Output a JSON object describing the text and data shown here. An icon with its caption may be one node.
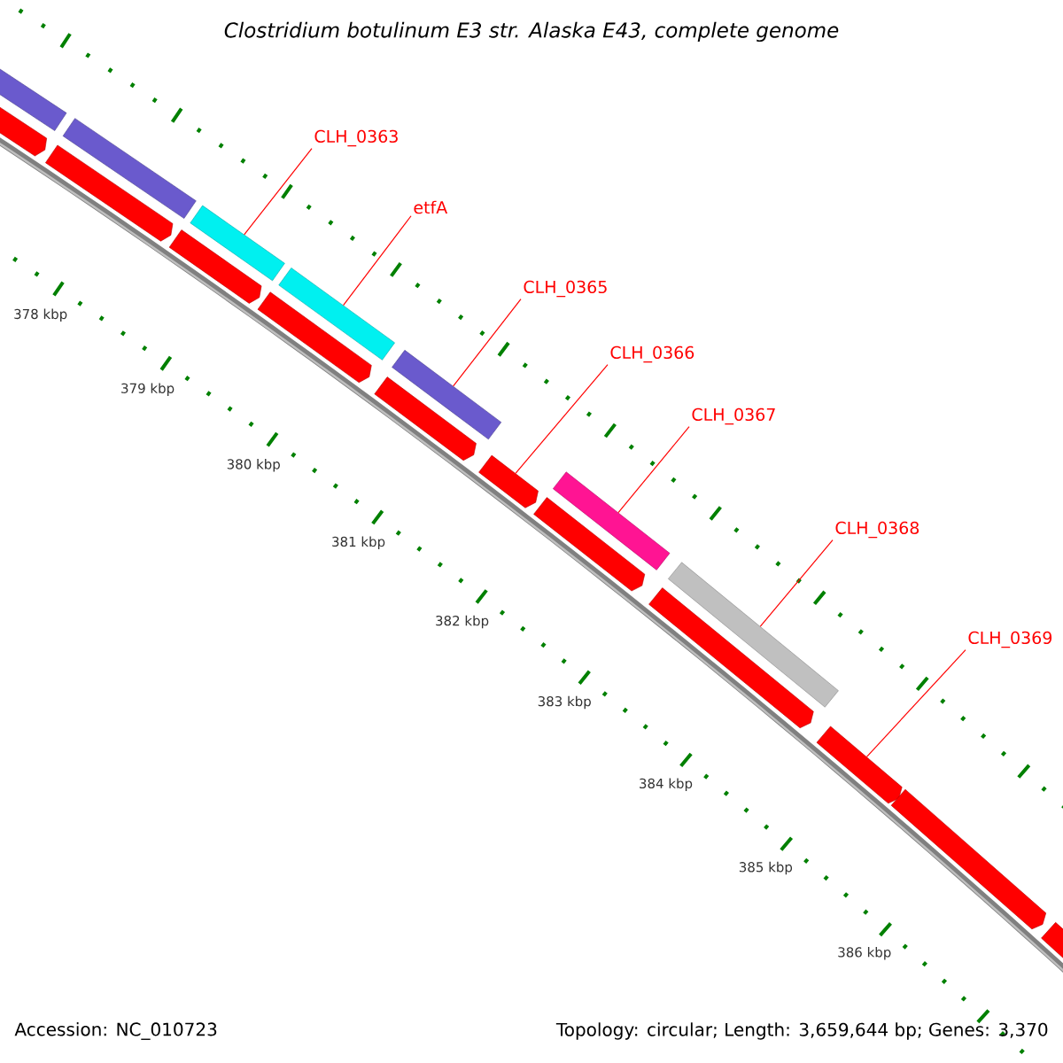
{
  "diagram": {
    "title": "Clostridium botulinum E3 str. Alaska E43, complete genome",
    "nodes": [
      {
        "text": [
          "CLH_0363"
        ]
      },
      {
        "text": [
          "etfA"
        ]
      },
      {
        "text": [
          "CLH_0365"
        ]
      },
      {
        "text": [
          "CLH_0366"
        ]
      },
      {
        "text": [
          "CLH_0367"
        ]
      },
      {
        "text": [
          "CLH_0368"
        ]
      },
      {
        "text": [
          "CLH_0369"
        ]
      },
      {
        "text": [],
        "shape": "bar"
      },
      {
        "text": [],
        "shape": "arrow"
      },
      {
        "text": [],
        "shape": "arrow"
      },
      {
        "text": [],
        "shape": "bar"
      },
      {
        "text": [],
        "shape": "arrow"
      },
      {
        "text": [],
        "shape": "bar"
      },
      {
        "text": [],
        "shape": "arrow"
      },
      {
        "text": [],
        "shape": "bar"
      },
      {
        "text": [],
        "shape": "arrow"
      },
      {
        "text": [],
        "shape": "bar"
      },
      {
        "text": [],
        "shape": "arrow"
      },
      {
        "text": [],
        "shape": "arrow"
      },
      {
        "text": [],
        "shape": "bar"
      },
      {
        "text": [],
        "shape": "arrow"
      },
      {
        "text": [],
        "shape": "bar"
      },
      {
        "text": [],
        "shape": "arrow"
      },
      {
        "text": [],
        "shape": "arrow"
      },
      {
        "text": [],
        "shape": "arrow"
      }
    ],
    "edges": [
      {
        "from": 0,
        "to": 12,
        "arrow": "none"
      },
      {
        "from": 1,
        "to": 14,
        "arrow": "none"
      },
      {
        "from": 2,
        "to": 16,
        "arrow": "none"
      },
      {
        "from": 3,
        "to": 17,
        "arrow": "none"
      },
      {
        "from": 4,
        "to": 19,
        "arrow": "none"
      },
      {
        "from": 5,
        "to": 21,
        "arrow": "none"
      },
      {
        "from": 6,
        "to": 22,
        "arrow": "none"
      }
    ],
    "labels": [
      "378 kbp",
      "379 kbp",
      "380 kbp",
      "381 kbp",
      "382 kbp",
      "383 kbp",
      "384 kbp",
      "385 kbp",
      "386 kbp",
      "Accession: NC_010723",
      "Topology: circular; Length: 3,659,644 bp; Genes: 3,370"
    ]
  }
}
